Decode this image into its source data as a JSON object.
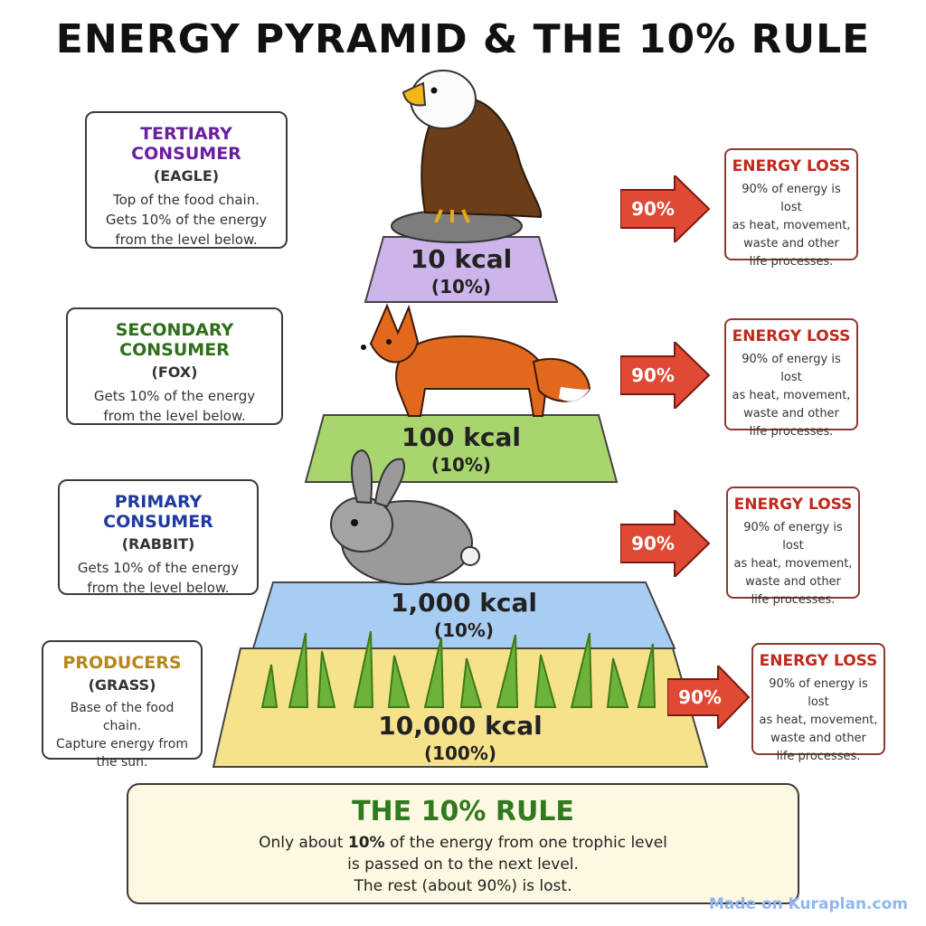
{
  "title": "ENERGY PYRAMID & THE 10% RULE",
  "levels": [
    {
      "label": "TERTIARY CONSUMER",
      "sublabel": "(EAGLE)",
      "desc": [
        "Top of the food chain.",
        "Gets 10% of the energy",
        "from the level below."
      ],
      "kcal": "10 kcal",
      "pct": "(10%)",
      "label_color": "#6a1fa0",
      "tier_color": "#cdb4ea"
    },
    {
      "label": "SECONDARY CONSUMER",
      "sublabel": "(FOX)",
      "desc": [
        "Gets 10% of the energy",
        "from the level below."
      ],
      "kcal": "100 kcal",
      "pct": "(10%)",
      "label_color": "#2f6e1a",
      "tier_color": "#a9d56f"
    },
    {
      "label": "PRIMARY CONSUMER",
      "sublabel": "(RABBIT)",
      "desc": [
        "Gets 10% of the energy",
        "from the level below."
      ],
      "kcal": "1,000 kcal",
      "pct": "(10%)",
      "label_color": "#1f3aa0",
      "tier_color": "#a8cdf2"
    },
    {
      "label": "PRODUCERS",
      "sublabel": "(GRASS)",
      "desc": [
        "Base of the food chain.",
        "Capture energy from",
        "the sun."
      ],
      "kcal": "10,000 kcal",
      "pct": "(100%)",
      "label_color": "#b5861a",
      "tier_color": "#f7e28c"
    }
  ],
  "energy_loss": {
    "title": "ENERGY LOSS",
    "percent": "90%",
    "desc": [
      "90% of energy is lost",
      "as heat, movement,",
      "waste and other",
      "life processes."
    ],
    "arrow_color": "#e04a35"
  },
  "rule": {
    "title": "THE 10% RULE",
    "line1_pre": "Only about ",
    "line1_bold": "10%",
    "line1_post": " of the energy from one trophic level",
    "line2": "is passed on to the next level.",
    "line3": "The rest (about 90%) is lost."
  },
  "icons": [
    "eagle-icon",
    "fox-icon",
    "rabbit-icon",
    "grass-icon",
    "sun-icon",
    "lightbulb-icon"
  ],
  "watermark": "Made on Kuraplan.com"
}
